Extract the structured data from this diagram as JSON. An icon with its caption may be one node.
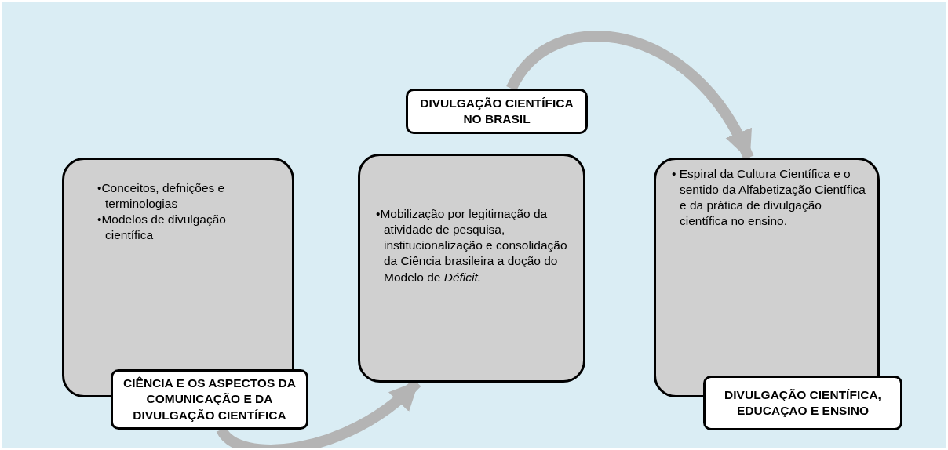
{
  "diagram": {
    "nodes": [
      {
        "text": [
          "•Conceitos, defnições e terminologias",
          "•Modelos de divulgação científica"
        ]
      },
      {
        "text": [
          "CIÊNCIA E OS ASPECTOS DA COMUNICAÇÃO E DA DIVULGAÇÃO CIENTÍFICA"
        ]
      },
      {
        "text": [
          "•Mobilização por legitimação da atividade de pesquisa, institucionalização e consolidação da Ciência brasileira a doção do Modelo de *Déficit.*"
        ]
      },
      {
        "text": [
          "DIVULGAÇÃO CIENTÍFICA NO BRASIL"
        ]
      },
      {
        "text": [
          "• Espiral da Cultura Científica e o sentido da Alfabetização Científica e da prática de divulgação científica no ensino."
        ]
      },
      {
        "text": [
          "DIVULGAÇÃO CIENTÍFICA, EDUCAÇAO E ENSINO"
        ]
      }
    ],
    "edges": [
      {
        "from": 1,
        "to": 2,
        "arrow": "to"
      },
      {
        "from": 3,
        "to": 4,
        "arrow": "to"
      }
    ]
  }
}
